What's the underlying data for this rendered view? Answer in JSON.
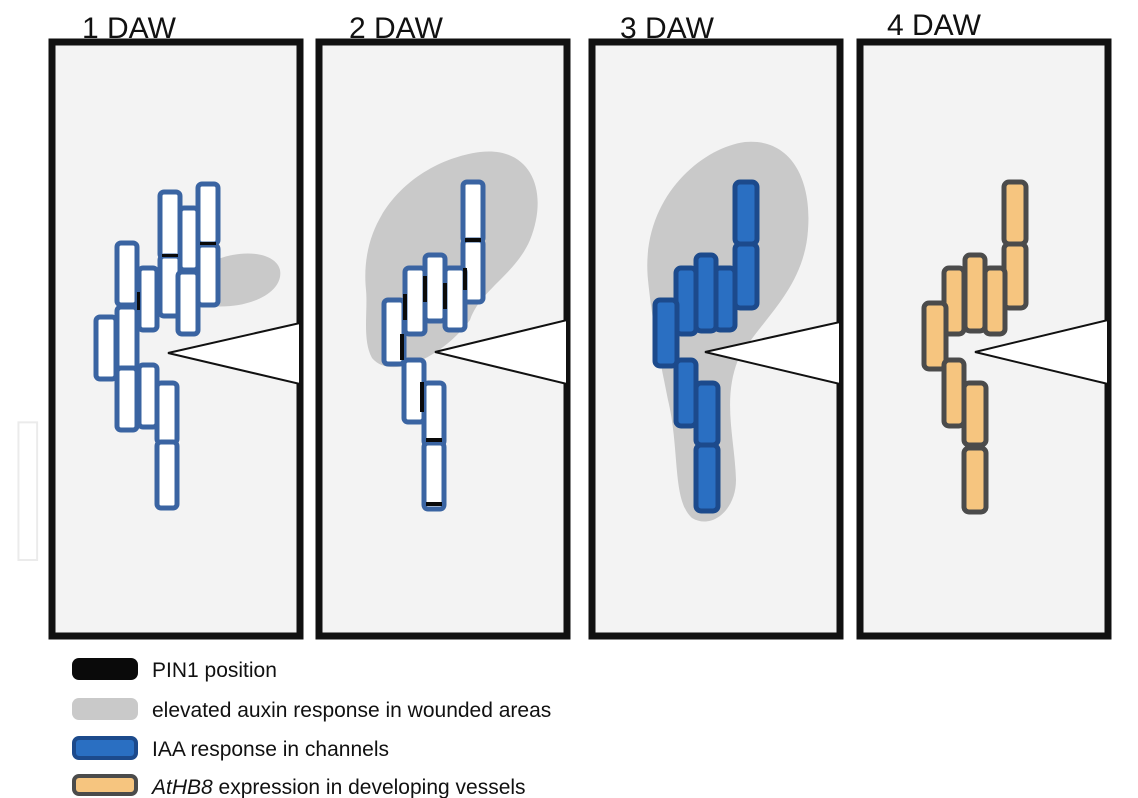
{
  "colors": {
    "panel_background": "#f3f3f3",
    "panel_border": "#111111",
    "wound_wedge": "#ffffff",
    "pin1": "#0a0a0a",
    "auxin_area": "#c9c9c9",
    "cell_outline_blue": "#3a64a2",
    "iaa_fill": "#2a6fc2",
    "iaa_outline": "#1c4a8c",
    "athb8_fill": "#f6c57f",
    "athb8_outline": "#4b4b4b",
    "watermark": "#d9d9d9"
  },
  "stages": [
    {
      "label": "1 DAW"
    },
    {
      "label": "2 DAW"
    },
    {
      "label": "3 DAW"
    },
    {
      "label": "4 DAW"
    }
  ],
  "legend": [
    {
      "swatch": "pin1",
      "text": "PIN1 position"
    },
    {
      "swatch": "auxin",
      "text": "elevated auxin response in wounded areas"
    },
    {
      "swatch": "iaa",
      "text": "IAA response in channels"
    },
    {
      "swatch": "athb8",
      "text_italic": "AtHB8",
      "text": " expression in developing vessels"
    }
  ]
}
